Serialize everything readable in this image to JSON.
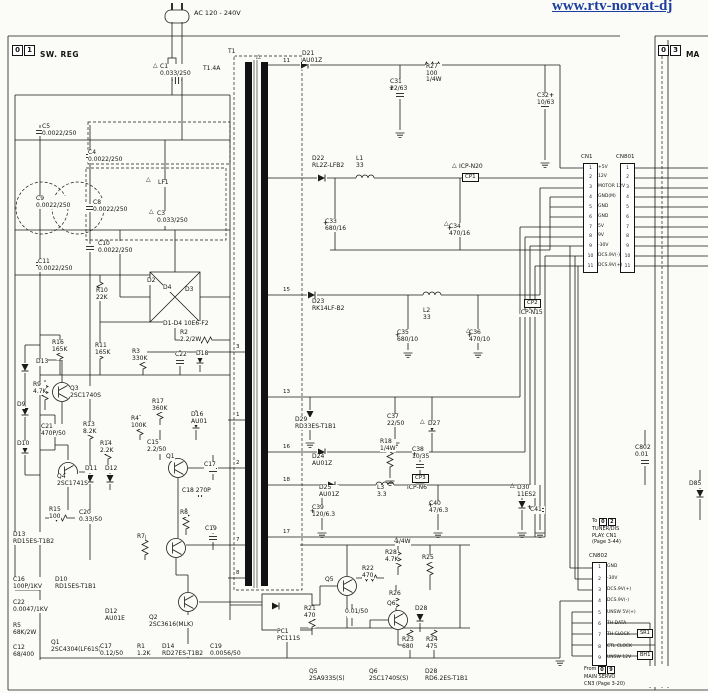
{
  "watermark": "www.rtv-norvat-dj",
  "header": {
    "section_no": [
      "0",
      "1"
    ],
    "section_title": "SW. REG",
    "ac_label": "AC 120 - 240V"
  },
  "right_section": {
    "section_no": [
      "0",
      "3"
    ],
    "section_title": "MA"
  },
  "transformer": {
    "label": "T1",
    "pins_right": [
      "11",
      "15",
      "13",
      "16",
      "18",
      "17"
    ],
    "pins_left": [
      "3",
      "1",
      "2",
      "7",
      "8"
    ]
  },
  "connectors": {
    "cn1_name": "CN1",
    "cn801_name": "CN801",
    "cn802_name": "CN802",
    "cn1_pins": [
      "+5V",
      "12V",
      "MOTOR 12V",
      "GND(M)",
      "GND",
      "GND",
      "5V",
      "9V",
      "-30V",
      "DCS.9V(-)",
      "DCS.9V(+)"
    ],
    "cn1_numbers": [
      "1",
      "2",
      "3",
      "4",
      "5",
      "6",
      "7",
      "8",
      "9",
      "10",
      "11"
    ],
    "cn802_pins": [
      "GND",
      "-30V",
      "DCS.9V(+)",
      "DCS.9V(-)",
      "UNSW 5V(+)",
      "TH DATA",
      "TH CLOCK",
      "CTL CLOCK",
      "UNSW 12V"
    ],
    "cn802_numbers": [
      "1",
      "2",
      "3",
      "4",
      "5",
      "6",
      "7",
      "8",
      "9"
    ],
    "ext_boxes": [
      "SR1",
      "BH1"
    ]
  },
  "notes": {
    "to_word": "To",
    "to_digits": [
      "0",
      "2"
    ],
    "to_lines": [
      "TUNER/DIS",
      "PLAY. CN1",
      "(Page 3-44)"
    ],
    "from_word": "From",
    "from_digits": [
      "0",
      "9"
    ],
    "from_lines": [
      "MAIN SERVO",
      "CN3 (Page 3-20)"
    ]
  },
  "cp_boxes": [
    "CP1",
    "CP2",
    "CP3"
  ],
  "glyphs": {
    "warning": "△",
    "plus": "+"
  },
  "labels": [
    [
      "C1",
      "0.033/250"
    ],
    [
      "T1.4A"
    ],
    [
      "C5",
      "0.0022/250"
    ],
    [
      "C4",
      "0.0022/250"
    ],
    [
      "LF1"
    ],
    [
      "C9",
      "0.0022/250"
    ],
    [
      "C8",
      "0.0022/250"
    ],
    [
      "C3",
      "0.033/250"
    ],
    [
      "C10",
      "0.0022/250"
    ],
    [
      "C11",
      "0.0022/250"
    ],
    [
      "R10",
      "22K"
    ],
    [
      "D2"
    ],
    [
      "D4"
    ],
    [
      "D3"
    ],
    [
      "D1-D4 10E6-F2"
    ],
    [
      "R2",
      "2.2/2W"
    ],
    [
      "R16",
      "165K"
    ],
    [
      "R11",
      "165K"
    ],
    [
      "D13"
    ],
    [
      "R9",
      "4.7K"
    ],
    [
      "Q3",
      "2SC1740S"
    ],
    [
      "D9"
    ],
    [
      "R3",
      "330K"
    ],
    [
      "C22"
    ],
    [
      "D18"
    ],
    [
      "R17",
      "360K"
    ],
    [
      "R4",
      "100K"
    ],
    [
      "D16",
      "AU01"
    ],
    [
      "C15",
      "2.2/50"
    ],
    [
      "C21",
      "470P/50"
    ],
    [
      "R13",
      "8.2K"
    ],
    [
      "D10"
    ],
    [
      "R14",
      "2.2K"
    ],
    [
      "Q1"
    ],
    [
      "Q4",
      "2SC1741S"
    ],
    [
      "D12"
    ],
    [
      "D11"
    ],
    [
      "C17"
    ],
    [
      "C18  270P"
    ],
    [
      "R8"
    ],
    [
      "C19"
    ],
    [
      "R15",
      "100"
    ],
    [
      "C20",
      "0.33/50"
    ],
    [
      "D13",
      "RD15ES-T1B2"
    ],
    [
      "R7"
    ],
    [
      "C16",
      "100P/1KV"
    ],
    [
      "D10",
      "RD15ES-T1B1"
    ],
    [
      "C22",
      "0.0047/1KV"
    ],
    [
      "D12",
      "AU01E"
    ],
    [
      "Q2",
      "2SC3616(MLK)"
    ],
    [
      "R5",
      "68K/2W"
    ],
    [
      "C12",
      "68/400"
    ],
    [
      "Q1",
      "2SC4304(LF61S)"
    ],
    [
      "C17",
      "0.12/50"
    ],
    [
      "R1",
      "1.2K"
    ],
    [
      "D14",
      "RD27ES-T1B2"
    ],
    [
      "C19",
      "0.0056/50"
    ],
    [
      "D21",
      "AU01Z"
    ],
    [
      "C31",
      "22/63"
    ],
    [
      "R27",
      "100",
      "1/4W"
    ],
    [
      "C32",
      "10/63"
    ],
    [
      "D22",
      "RL2Z-LFB2"
    ],
    [
      "L1",
      "33"
    ],
    [
      "ICP-N20"
    ],
    [
      "C33",
      "680/16"
    ],
    [
      "C34",
      "470/16"
    ],
    [
      "D23",
      "RK14LF-B2"
    ],
    [
      "L2",
      "33"
    ],
    [
      "C35",
      "680/10"
    ],
    [
      "C36",
      "470/10"
    ],
    [
      "ICP-N15"
    ],
    [
      "D29",
      "RD33ES-T1B1"
    ],
    [
      "C37",
      "22/50"
    ],
    [
      "D27"
    ],
    [
      "R18",
      "1/4W"
    ],
    [
      "C38",
      "10/35"
    ],
    [
      "D24",
      "AU01Z"
    ],
    [
      "D25",
      "AU01Z"
    ],
    [
      "L3",
      "3.3"
    ],
    [
      "ICP-N6"
    ],
    [
      "D30",
      "11ES2"
    ],
    [
      "C40",
      "47/6.3"
    ],
    [
      "C41"
    ],
    [
      "C39",
      "120/6.3"
    ],
    [
      "1/4W"
    ],
    [
      "R28",
      "4.7K"
    ],
    [
      "R25"
    ],
    [
      "Q5"
    ],
    [
      "R22",
      "470"
    ],
    [
      "R26"
    ],
    [
      "0.01/50"
    ],
    [
      "Q6"
    ],
    [
      "D28"
    ],
    [
      "R23",
      "680"
    ],
    [
      "R24",
      "475"
    ],
    [
      "R21",
      "470"
    ],
    [
      "PC1",
      "PC111S"
    ],
    [
      "Q5",
      "2SA933S(S)"
    ],
    [
      "Q6",
      "2SC1740S(S)"
    ],
    [
      "D28",
      "RD6.2ES-T1B1"
    ],
    [
      "C802",
      "0.01"
    ],
    [
      "D85"
    ],
    [
      "T1"
    ]
  ]
}
